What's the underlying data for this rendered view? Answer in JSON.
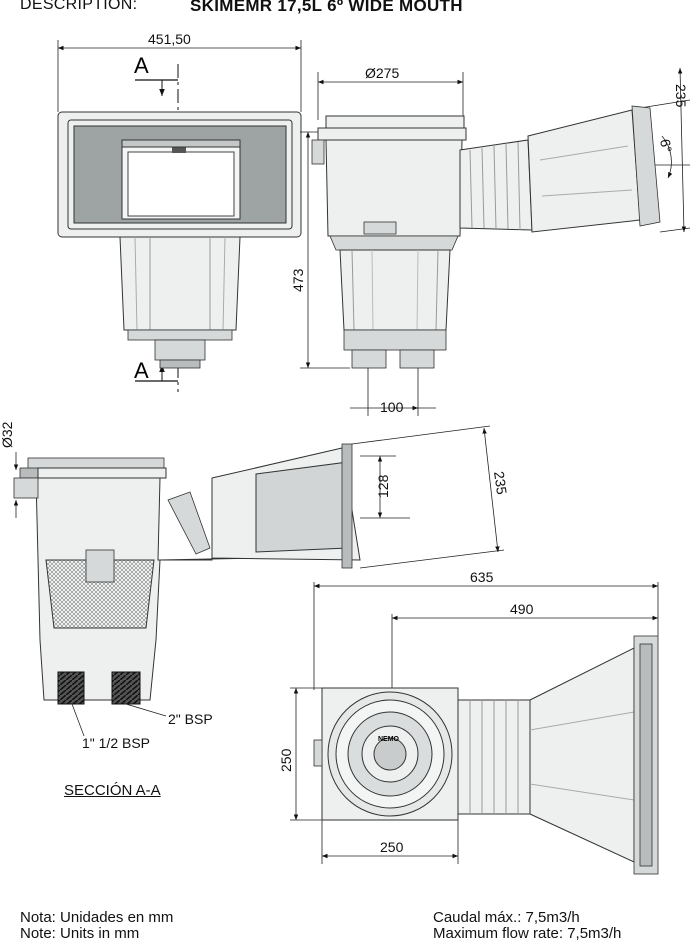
{
  "header": {
    "description_label": "DESCRIPTION:",
    "title": "SKIMEMR 17,5L 6º WIDE MOUTH"
  },
  "dimensions": {
    "front_width": "451,50",
    "side_diameter": "Ø275",
    "flange_height": "235",
    "angle": "6°",
    "height": "473",
    "outlet_spacing": "100",
    "section_diameter": "Ø32",
    "mouth_height": "128",
    "section_flange": "235",
    "plan_total": "635",
    "plan_body": "490",
    "plan_depth": "250",
    "plan_width": "250"
  },
  "section_marks": {
    "top": "A",
    "bottom": "A"
  },
  "threads": {
    "large": "2\" BSP",
    "small": "1\" 1/2  BSP"
  },
  "section_title": "SECCIÓN A-A",
  "lid_logo": "NEMO",
  "notes_left": {
    "es": "Nota: Unidades en mm",
    "en": "Note: Units in mm"
  },
  "notes_right": {
    "es": "Caudal máx.:  7,5m3/h",
    "en": "Maximum flow rate: 7,5m3/h"
  }
}
